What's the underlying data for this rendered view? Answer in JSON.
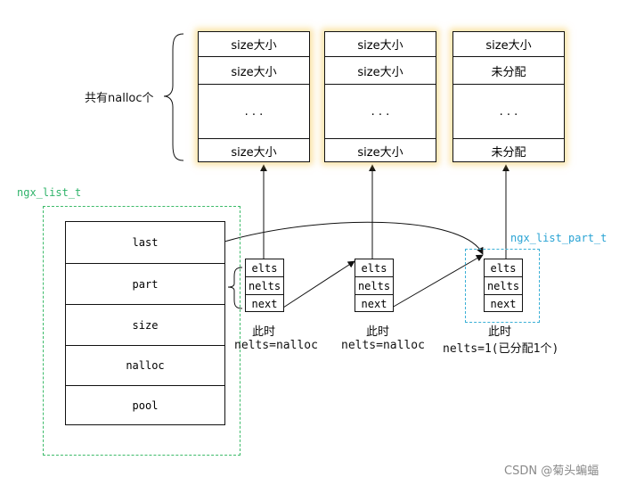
{
  "colors": {
    "green_label": "#2fb36a",
    "cyan_label": "#29a3d4",
    "glow": "#f5c850",
    "line": "#111111"
  },
  "brace_label": "共有nalloc个",
  "blocks": [
    {
      "rows": [
        "size大小",
        "size大小",
        ". . .",
        "size大小"
      ]
    },
    {
      "rows": [
        "size大小",
        "size大小",
        ". . .",
        "size大小"
      ]
    },
    {
      "rows": [
        "size大小",
        "未分配",
        ". . .",
        "未分配"
      ]
    }
  ],
  "list_label": "ngx_list_t",
  "list_fields": [
    "last",
    "part",
    "size",
    "nalloc",
    "pool"
  ],
  "part_label": "ngx_list_part_t",
  "parts": [
    {
      "fields": [
        "elts",
        "nelts",
        "next"
      ],
      "caption1": "此时",
      "caption2": "nelts=nalloc"
    },
    {
      "fields": [
        "elts",
        "nelts",
        "next"
      ],
      "caption1": "此时",
      "caption2": "nelts=nalloc"
    },
    {
      "fields": [
        "elts",
        "nelts",
        "next"
      ],
      "caption1": "此时",
      "caption2": "nelts=1(已分配1个)"
    }
  ],
  "watermark": "CSDN @菊头蝙蝠"
}
